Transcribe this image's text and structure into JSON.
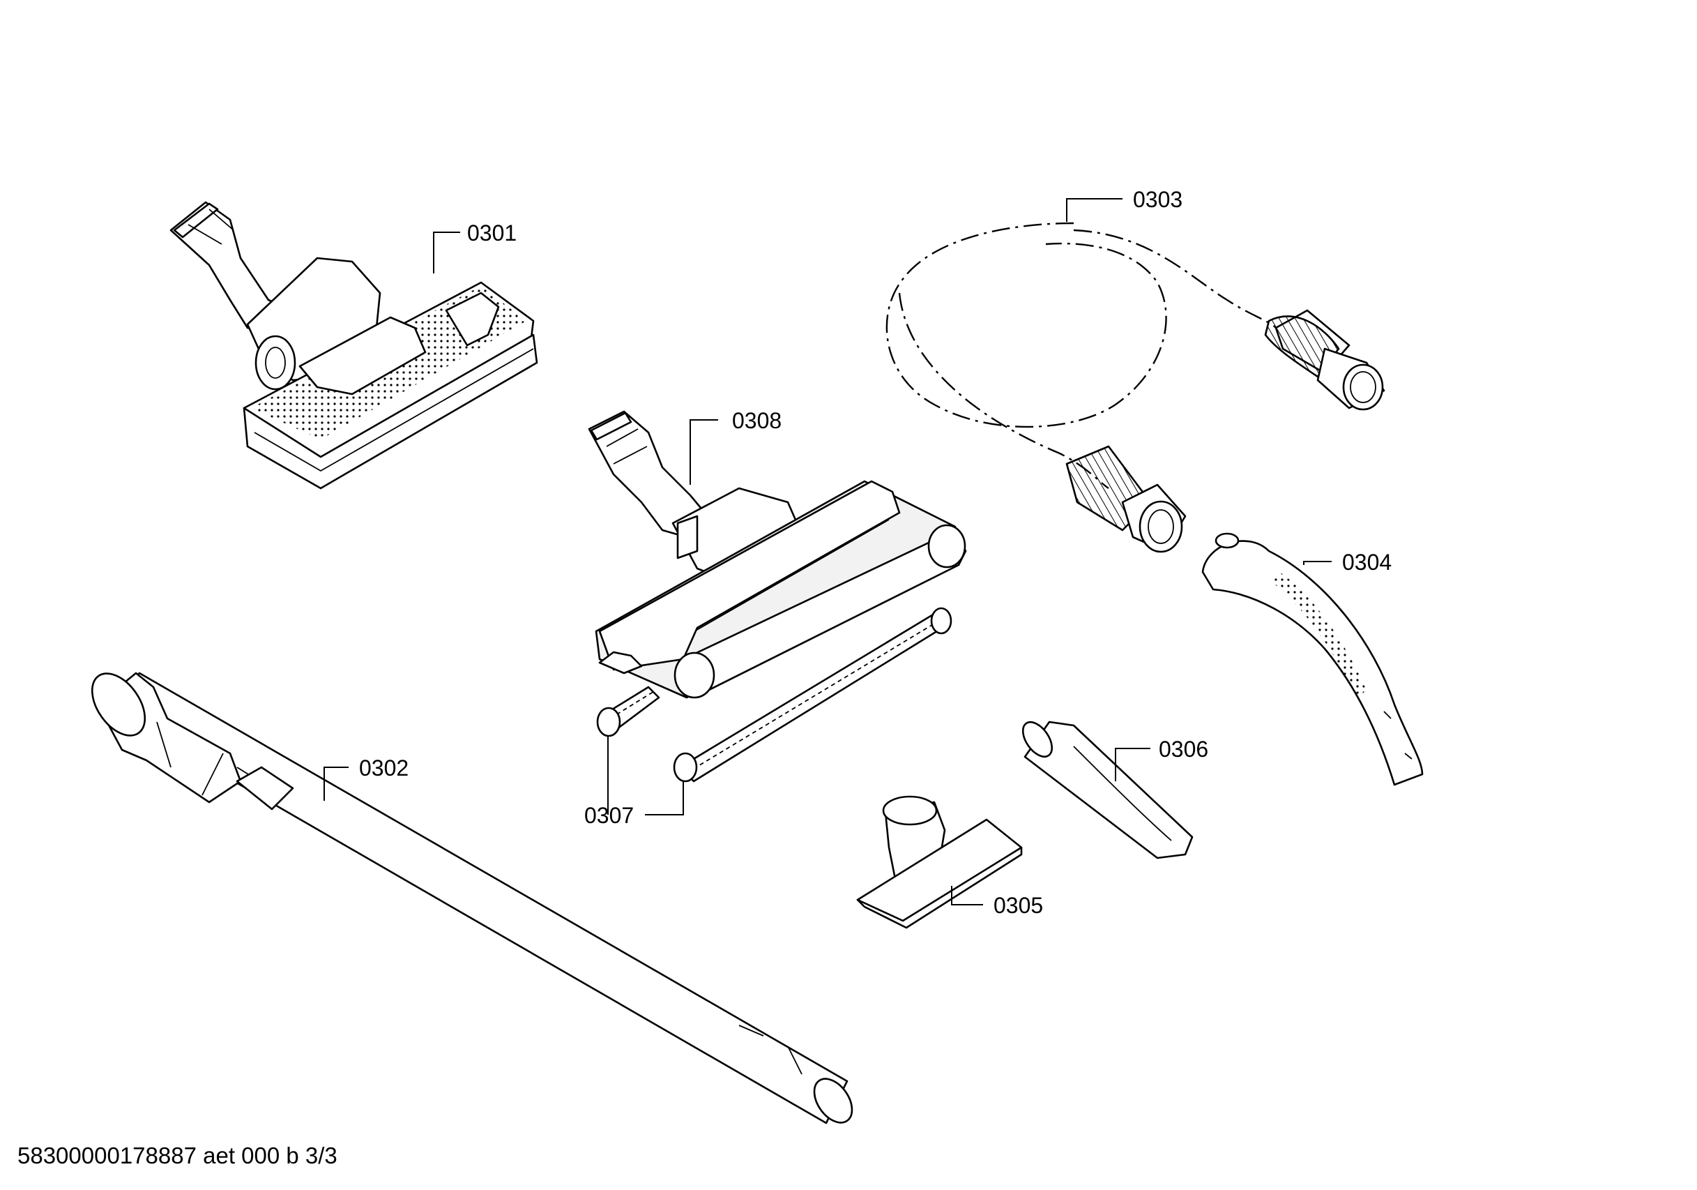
{
  "parts": [
    {
      "id": "0301",
      "label": "0301"
    },
    {
      "id": "0302",
      "label": "0302"
    },
    {
      "id": "0303",
      "label": "0303"
    },
    {
      "id": "0304",
      "label": "0304"
    },
    {
      "id": "0305",
      "label": "0305"
    },
    {
      "id": "0306",
      "label": "0306"
    },
    {
      "id": "0307",
      "label": "0307"
    },
    {
      "id": "0308",
      "label": "0308"
    }
  ],
  "footer": {
    "text": "58300000178887 aet 000 b 3/3"
  }
}
